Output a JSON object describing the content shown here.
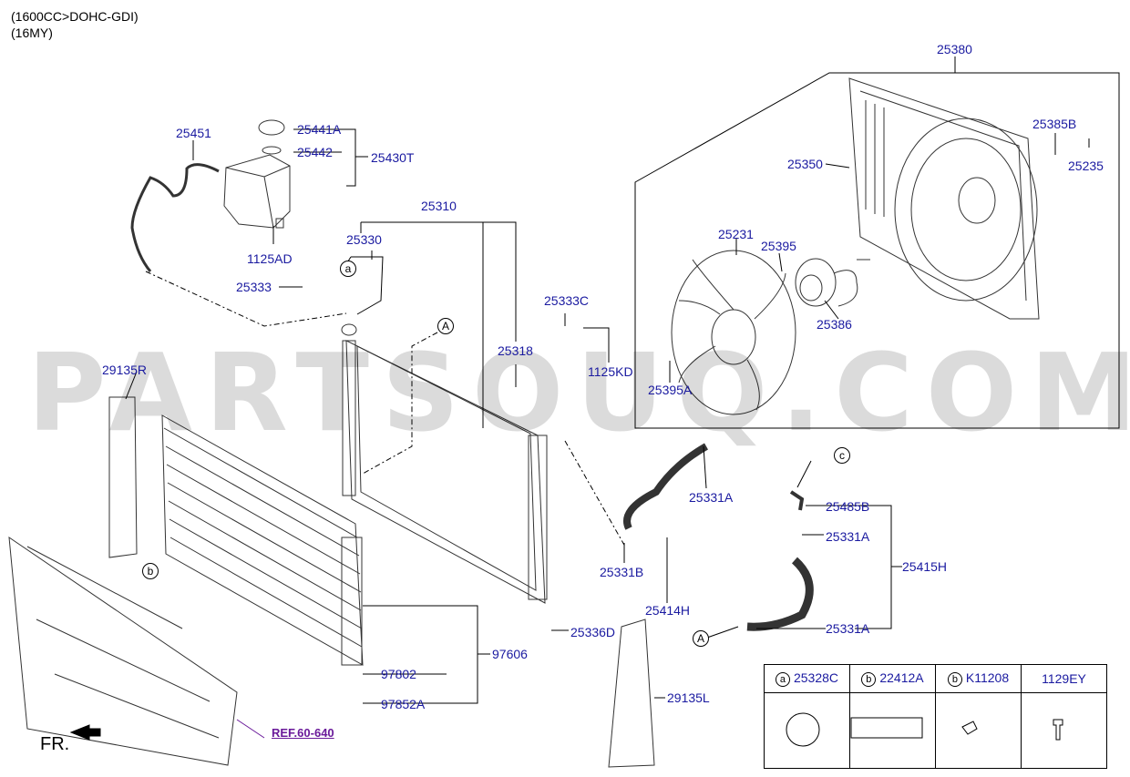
{
  "header": {
    "engine": "(1600CC>DOHC-GDI)",
    "model_year": "(16MY)"
  },
  "watermark": "PARTSOUQ.COM",
  "parts": {
    "p25380": "25380",
    "p25385B": "25385B",
    "p25235": "25235",
    "p25350": "25350",
    "p25231": "25231",
    "p25395": "25395",
    "p25386": "25386",
    "p25395A": "25395A",
    "p25451": "25451",
    "p25441A": "25441A",
    "p25442": "25442",
    "p25430T": "25430T",
    "p1125AD": "1125AD",
    "p25310": "25310",
    "p25330": "25330",
    "p25333": "25333",
    "p25333C": "25333C",
    "p25318": "25318",
    "p1125KD": "1125KD",
    "p29135R": "29135R",
    "p25331A_1": "25331A",
    "p25485B": "25485B",
    "p25331A_2": "25331A",
    "p25415H": "25415H",
    "p25331B": "25331B",
    "p25414H": "25414H",
    "p25331A_3": "25331A",
    "p25336D": "25336D",
    "p97802": "97802",
    "p97606": "97606",
    "p97852A": "97852A",
    "p29135L": "29135L"
  },
  "callouts": {
    "a": "a",
    "b": "b",
    "c": "c",
    "A": "A"
  },
  "reference": "REF.60-640",
  "front_label": "FR.",
  "legend": [
    {
      "letter": "a",
      "part": "25328C"
    },
    {
      "letter": "b",
      "part": "22412A"
    },
    {
      "letter": "b",
      "part": "K11208"
    },
    {
      "letter": "",
      "part": "1129EY"
    }
  ],
  "colors": {
    "label": "#1a1aa0",
    "reference": "#6a1a9a",
    "line": "#000000"
  }
}
